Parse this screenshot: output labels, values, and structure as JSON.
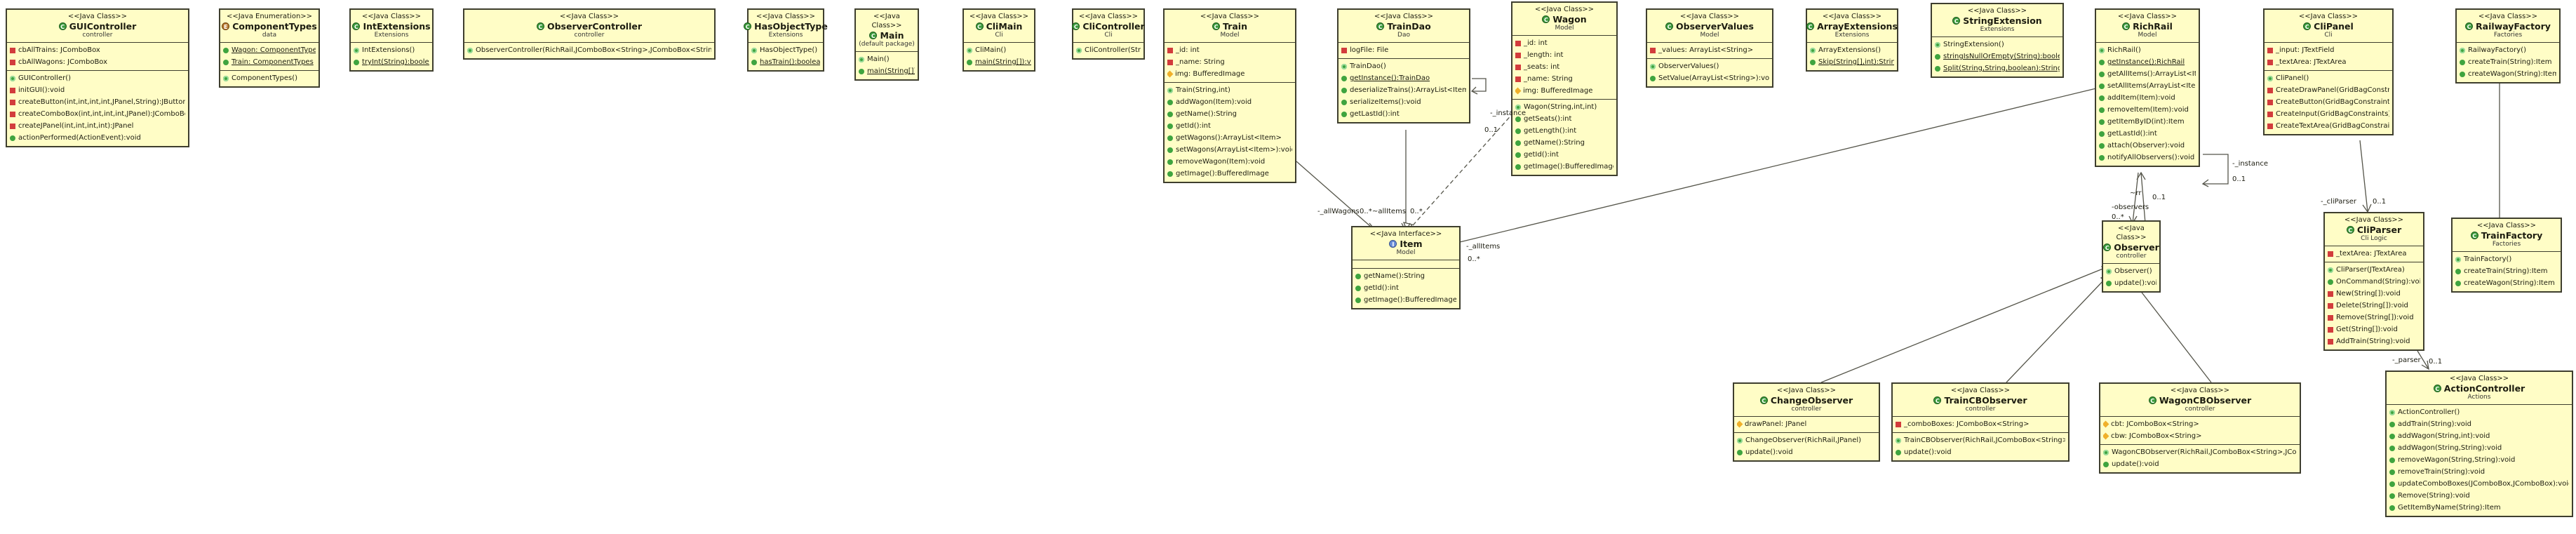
{
  "boxes": {
    "gui": {
      "stereo": "<<Java Class>>",
      "name": "GUIController",
      "pkg": "controller",
      "icon": "class",
      "sections": [
        [
          {
            "v": "priv",
            "t": "cbAllTrains: JComboBox"
          },
          {
            "v": "priv",
            "t": "cbAllWagons: JComboBox"
          }
        ],
        [
          {
            "v": "ctor",
            "t": "GUIController()"
          },
          {
            "v": "priv",
            "t": "initGUI():void"
          },
          {
            "v": "priv",
            "t": "createButton(int,int,int,int,JPanel,String):JButton"
          },
          {
            "v": "priv",
            "t": "createComboBox(int,int,int,int,JPanel):JComboBox"
          },
          {
            "v": "priv",
            "t": "createJPanel(int,int,int,int):JPanel"
          },
          {
            "v": "pub",
            "t": "actionPerformed(ActionEvent):void"
          }
        ]
      ]
    },
    "ctypes": {
      "stereo": "<<Java Enumeration>>",
      "name": "ComponentTypes",
      "pkg": "data",
      "icon": "enum",
      "sections": [
        [
          {
            "v": "pub",
            "t": "Wagon: ComponentTypes",
            "s": true
          },
          {
            "v": "pub",
            "t": "Train: ComponentTypes",
            "s": true
          }
        ],
        [
          {
            "v": "ctor",
            "t": "ComponentTypes()"
          }
        ]
      ]
    },
    "intext": {
      "stereo": "<<Java Class>>",
      "name": "IntExtensions",
      "pkg": "Extensions",
      "icon": "class",
      "sections": [
        [
          {
            "v": "ctor",
            "t": "IntExtensions()"
          },
          {
            "v": "pub",
            "t": "tryInt(String):boolean",
            "s": true
          }
        ]
      ]
    },
    "obsctl": {
      "stereo": "<<Java Class>>",
      "name": "ObserverController",
      "pkg": "controller",
      "icon": "class",
      "sections": [
        [
          {
            "v": "ctor",
            "t": "ObserverController(RichRail,JComboBox<String>,JComboBox<String>)"
          }
        ]
      ]
    },
    "hasobj": {
      "stereo": "<<Java Class>>",
      "name": "HasObjectType",
      "pkg": "Extensions",
      "icon": "class",
      "sections": [
        [
          {
            "v": "ctor",
            "t": "HasObjectType()"
          },
          {
            "v": "pub",
            "t": "hasTrain():boolean",
            "s": true
          }
        ]
      ]
    },
    "main": {
      "stereo": "<<Java Class>>",
      "name": "Main",
      "pkg": "(default package)",
      "icon": "class",
      "sections": [
        [
          {
            "v": "ctor",
            "t": "Main()"
          },
          {
            "v": "pub",
            "t": "main(String[]):void",
            "s": true
          }
        ]
      ]
    },
    "climain": {
      "stereo": "<<Java Class>>",
      "name": "CliMain",
      "pkg": "Cli",
      "icon": "class",
      "sections": [
        [
          {
            "v": "ctor",
            "t": "CliMain()"
          },
          {
            "v": "pub",
            "t": "main(String[]):void",
            "s": true
          }
        ]
      ]
    },
    "clictl": {
      "stereo": "<<Java Class>>",
      "name": "CliController",
      "pkg": "Cli",
      "icon": "class",
      "sections": [
        [
          {
            "v": "ctor",
            "t": "CliController(String)"
          }
        ]
      ]
    },
    "train": {
      "stereo": "<<Java Class>>",
      "name": "Train",
      "pkg": "Model",
      "icon": "class",
      "sections": [
        [
          {
            "v": "priv",
            "t": "_id: int"
          },
          {
            "v": "priv",
            "t": "_name: String"
          },
          {
            "v": "dflt",
            "t": "img: BufferedImage"
          }
        ],
        [
          {
            "v": "ctor",
            "t": "Train(String,int)"
          },
          {
            "v": "pub",
            "t": "addWagon(Item):void"
          },
          {
            "v": "pub",
            "t": "getName():String"
          },
          {
            "v": "pub",
            "t": "getId():int"
          },
          {
            "v": "pub",
            "t": "getWagons():ArrayList<Item>"
          },
          {
            "v": "pub",
            "t": "setWagons(ArrayList<Item>):void"
          },
          {
            "v": "pub",
            "t": "removeWagon(Item):void"
          },
          {
            "v": "pub",
            "t": "getImage():BufferedImage"
          }
        ]
      ]
    },
    "traindao": {
      "stereo": "<<Java Class>>",
      "name": "TrainDao",
      "pkg": "Dao",
      "icon": "class",
      "sections": [
        [
          {
            "v": "priv",
            "t": "logFile: File"
          }
        ],
        [
          {
            "v": "ctor",
            "t": "TrainDao()"
          },
          {
            "v": "pub",
            "t": "getInstance():TrainDao",
            "s": true
          },
          {
            "v": "pub",
            "t": "deserializeTrains():ArrayList<Item>"
          },
          {
            "v": "pub",
            "t": "serializeItems():void"
          },
          {
            "v": "pub",
            "t": "getLastId():int"
          }
        ]
      ]
    },
    "wagon": {
      "stereo": "<<Java Class>>",
      "name": "Wagon",
      "pkg": "Model",
      "icon": "class",
      "sections": [
        [
          {
            "v": "priv",
            "t": "_id: int"
          },
          {
            "v": "priv",
            "t": "_length: int"
          },
          {
            "v": "priv",
            "t": "_seats: int"
          },
          {
            "v": "priv",
            "t": "_name: String"
          },
          {
            "v": "dflt",
            "t": "img: BufferedImage"
          }
        ],
        [
          {
            "v": "ctor",
            "t": "Wagon(String,int,int)"
          },
          {
            "v": "pub",
            "t": "getSeats():int"
          },
          {
            "v": "pub",
            "t": "getLength():int"
          },
          {
            "v": "pub",
            "t": "getName():String"
          },
          {
            "v": "pub",
            "t": "getId():int"
          },
          {
            "v": "pub",
            "t": "getImage():BufferedImage"
          }
        ]
      ]
    },
    "obsvals": {
      "stereo": "<<Java Class>>",
      "name": "ObserverValues",
      "pkg": "Model",
      "icon": "class",
      "sections": [
        [
          {
            "v": "priv",
            "t": "_values: ArrayList<String>"
          }
        ],
        [
          {
            "v": "ctor",
            "t": "ObserverValues()"
          },
          {
            "v": "pub",
            "t": "SetValue(ArrayList<String>):void"
          }
        ]
      ]
    },
    "arrext": {
      "stereo": "<<Java Class>>",
      "name": "ArrayExtensions",
      "pkg": "Extensions",
      "icon": "class",
      "sections": [
        [
          {
            "v": "ctor",
            "t": "ArrayExtensions()"
          },
          {
            "v": "pub",
            "t": "Skip(String[],int):String[]",
            "s": true
          }
        ]
      ]
    },
    "strext": {
      "stereo": "<<Java Class>>",
      "name": "StringExtension",
      "pkg": "Extensions",
      "icon": "class",
      "sections": [
        [
          {
            "v": "ctor",
            "t": "StringExtension()"
          },
          {
            "v": "pub",
            "t": "stringIsNullOrEmpty(String):boolean",
            "s": true
          },
          {
            "v": "pub",
            "t": "Split(String,String,boolean):String[]",
            "s": true
          }
        ]
      ]
    },
    "richrail": {
      "stereo": "<<Java Class>>",
      "name": "RichRail",
      "pkg": "Model",
      "icon": "class",
      "sections": [
        [
          {
            "v": "ctor",
            "t": "RichRail()"
          },
          {
            "v": "pub",
            "t": "getInstance():RichRail",
            "s": true
          },
          {
            "v": "pub",
            "t": "getAllItems():ArrayList<Item>"
          },
          {
            "v": "pub",
            "t": "setAllItems(ArrayList<Item>):void"
          },
          {
            "v": "pub",
            "t": "addItem(Item):void"
          },
          {
            "v": "pub",
            "t": "removeItem(Item):void"
          },
          {
            "v": "pub",
            "t": "getItemByID(int):Item"
          },
          {
            "v": "pub",
            "t": "getLastId():int"
          },
          {
            "v": "pub",
            "t": "attach(Observer):void"
          },
          {
            "v": "pub",
            "t": "notifyAllObservers():void"
          }
        ]
      ]
    },
    "clipanel": {
      "stereo": "<<Java Class>>",
      "name": "CliPanel",
      "pkg": "Cli",
      "icon": "class",
      "sections": [
        [
          {
            "v": "priv",
            "t": "_input: JTextField"
          },
          {
            "v": "priv",
            "t": "_textArea: JTextArea"
          }
        ],
        [
          {
            "v": "ctor",
            "t": "CliPanel()"
          },
          {
            "v": "priv",
            "t": "CreateDrawPanel(GridBagConstraints):void"
          },
          {
            "v": "priv",
            "t": "CreateButton(GridBagConstraints):void"
          },
          {
            "v": "priv",
            "t": "CreateInput(GridBagConstraints):void"
          },
          {
            "v": "priv",
            "t": "CreateTextArea(GridBagConstraints):void"
          }
        ]
      ]
    },
    "railfac": {
      "stereo": "<<Java Class>>",
      "name": "RailwayFactory",
      "pkg": "Factories",
      "icon": "class",
      "sections": [
        [
          {
            "v": "ctor",
            "t": "RailwayFactory()"
          },
          {
            "v": "pub",
            "t": "createTrain(String):Item"
          },
          {
            "v": "pub",
            "t": "createWagon(String):Item"
          }
        ]
      ]
    },
    "item": {
      "stereo": "<<Java Interface>>",
      "name": "Item",
      "pkg": "Model",
      "icon": "iface",
      "sections": [
        [],
        [
          {
            "v": "pub",
            "t": "getName():String"
          },
          {
            "v": "pub",
            "t": "getId():int"
          },
          {
            "v": "pub",
            "t": "getImage():BufferedImage"
          }
        ]
      ]
    },
    "observer": {
      "stereo": "<<Java Class>>",
      "name": "Observer",
      "pkg": "controller",
      "icon": "class",
      "sections": [
        [
          {
            "v": "ctor",
            "t": "Observer()"
          },
          {
            "v": "pub",
            "t": "update():void"
          }
        ]
      ]
    },
    "cliparser": {
      "stereo": "<<Java Class>>",
      "name": "CliParser",
      "pkg": "Cli Logic",
      "icon": "class",
      "sections": [
        [
          {
            "v": "priv",
            "t": "_textArea: JTextArea"
          }
        ],
        [
          {
            "v": "ctor",
            "t": "CliParser(JTextArea)"
          },
          {
            "v": "pub",
            "t": "OnCommand(String):void"
          },
          {
            "v": "priv",
            "t": "New(String[]):void"
          },
          {
            "v": "priv",
            "t": "Delete(String[]):void"
          },
          {
            "v": "priv",
            "t": "Remove(String[]):void"
          },
          {
            "v": "priv",
            "t": "Get(String[]):void"
          },
          {
            "v": "priv",
            "t": "AddTrain(String):void"
          }
        ]
      ]
    },
    "trainfac": {
      "stereo": "<<Java Class>>",
      "name": "TrainFactory",
      "pkg": "Factories",
      "icon": "class",
      "sections": [
        [
          {
            "v": "ctor",
            "t": "TrainFactory()"
          },
          {
            "v": "pub",
            "t": "createTrain(String):Item"
          },
          {
            "v": "pub",
            "t": "createWagon(String):Item"
          }
        ]
      ]
    },
    "changeobs": {
      "stereo": "<<Java Class>>",
      "name": "ChangeObserver",
      "pkg": "controller",
      "icon": "class",
      "sections": [
        [
          {
            "v": "dflt",
            "t": "drawPanel: JPanel"
          }
        ],
        [
          {
            "v": "ctor",
            "t": "ChangeObserver(RichRail,JPanel)"
          },
          {
            "v": "pub",
            "t": "update():void"
          }
        ]
      ]
    },
    "traincb": {
      "stereo": "<<Java Class>>",
      "name": "TrainCBObserver",
      "pkg": "controller",
      "icon": "class",
      "sections": [
        [
          {
            "v": "priv",
            "t": "_comboBoxes: JComboBox<String>"
          }
        ],
        [
          {
            "v": "ctor",
            "t": "TrainCBObserver(RichRail,JComboBox<String>)"
          },
          {
            "v": "pub",
            "t": "update():void"
          }
        ]
      ]
    },
    "wagoncb": {
      "stereo": "<<Java Class>>",
      "name": "WagonCBObserver",
      "pkg": "controller",
      "icon": "class",
      "sections": [
        [
          {
            "v": "dflt",
            "t": "cbt: JComboBox<String>"
          },
          {
            "v": "dflt",
            "t": "cbw: JComboBox<String>"
          }
        ],
        [
          {
            "v": "ctor",
            "t": "WagonCBObserver(RichRail,JComboBox<String>,JComboBox<String>)"
          },
          {
            "v": "pub",
            "t": "update():void"
          }
        ]
      ]
    },
    "actionctl": {
      "stereo": "<<Java Class>>",
      "name": "ActionController",
      "pkg": "Actions",
      "icon": "class",
      "sections": [
        [
          {
            "v": "ctor",
            "t": "ActionController()"
          },
          {
            "v": "pub",
            "t": "addTrain(String):void"
          },
          {
            "v": "pub",
            "t": "addWagon(String,int):void"
          },
          {
            "v": "pub",
            "t": "addWagon(String,String):void"
          },
          {
            "v": "pub",
            "t": "removeWagon(String,String):void"
          },
          {
            "v": "pub",
            "t": "removeTrain(String):void"
          },
          {
            "v": "pub",
            "t": "updateComboBoxes(JComboBox,JComboBox):void"
          },
          {
            "v": "pub",
            "t": "Remove(String):void"
          },
          {
            "v": "pub",
            "t": "GetItemByName(String):Item"
          }
        ]
      ]
    }
  },
  "labels": {
    "allWagons": "-_allWagons",
    "allWagonsMult": "0..*",
    "allItemsTrain": "~allItems",
    "allItemsTrainMult": "0..*",
    "instance1": "-_instance",
    "instance1Mult": "0..1",
    "allItemsRich": "-_allItems",
    "allItemsRichMult": "0..*",
    "instance2": "-_instance",
    "instance2Mult": "0..1",
    "observersMult": "0..*",
    "observers": "-observers",
    "subj": "~rr",
    "subjMult": "0..1",
    "cliParser": "-_cliParser",
    "cliParserMult": "0..1",
    "parser": "-_parser",
    "parserMult": "0..1"
  }
}
